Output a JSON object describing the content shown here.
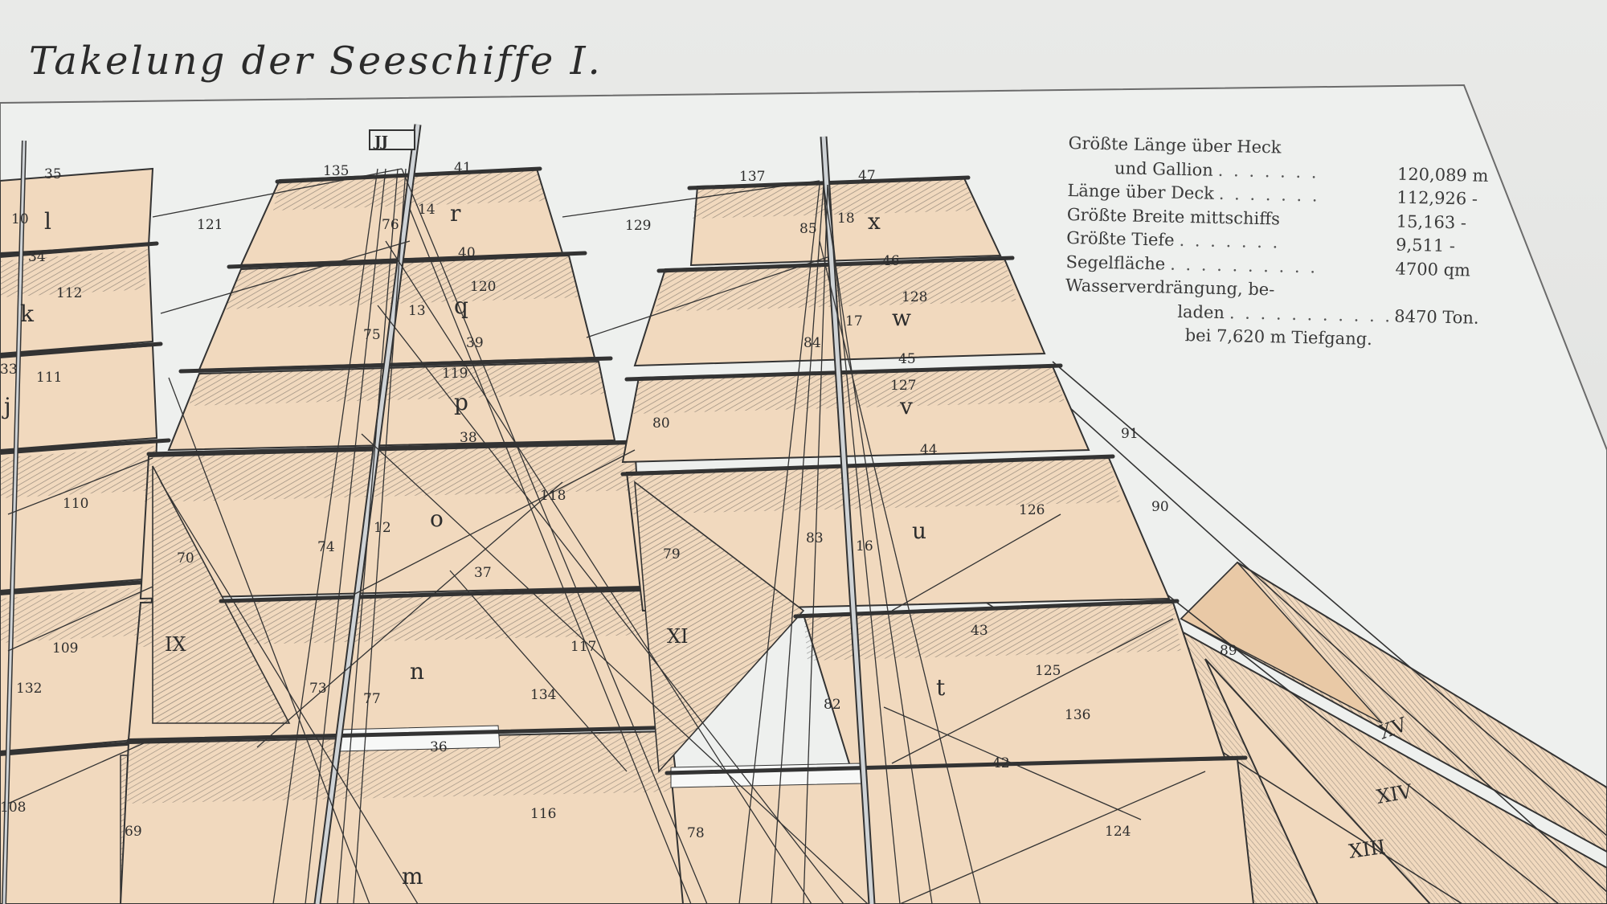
{
  "plate": {
    "title": "Takelung der Seeschiffe I."
  },
  "specs": {
    "rows": [
      {
        "label": "Größte Länge über Heck",
        "value": ""
      },
      {
        "label": "und Gallion",
        "value": "120,089 m"
      },
      {
        "label": "Länge über Deck",
        "value": "112,926 -"
      },
      {
        "label": "Größte Breite mittschiffs",
        "value": "15,163 -"
      },
      {
        "label": "Größte Tiefe",
        "value": "9,511 -"
      },
      {
        "label": "Segelfläche",
        "value": "4700 qm"
      },
      {
        "label": "Wasserverdrängung, be-",
        "value": ""
      },
      {
        "label": "laden",
        "value": "8470 Ton."
      },
      {
        "label": "bei 7,620 m Tiefgang.",
        "value": ""
      }
    ]
  },
  "flag": {
    "text": "JJ"
  },
  "colors": {
    "sail": "#f1d9be",
    "ink": "#2d2d2d",
    "paper": "#e8e9e7",
    "mast": "#cfd3d6"
  },
  "labels": {
    "mast1_letters": [
      "l",
      "k",
      "j"
    ],
    "mast2_letters": [
      "r",
      "q",
      "p",
      "o",
      "n",
      "m"
    ],
    "mast3_letters": [
      "x",
      "w",
      "v",
      "u",
      "t"
    ],
    "roman": [
      "IX",
      "XI",
      "XV",
      "XIV",
      "XIII"
    ],
    "numbers_left": [
      "35",
      "10",
      "34",
      "112",
      "111",
      "110",
      "109",
      "132",
      "108",
      "70",
      "69",
      "121",
      "33"
    ],
    "numbers_mid": [
      "135",
      "41",
      "14",
      "76",
      "40",
      "120",
      "13",
      "75",
      "39",
      "119",
      "38",
      "118",
      "12",
      "74",
      "37",
      "117",
      "134",
      "77",
      "73",
      "36",
      "116"
    ],
    "numbers_right": [
      "137",
      "47",
      "85",
      "18",
      "129",
      "46",
      "128",
      "17",
      "84",
      "45",
      "127",
      "80",
      "44",
      "126",
      "83",
      "16",
      "79",
      "43",
      "125",
      "82",
      "136",
      "42",
      "124",
      "78",
      "91",
      "90",
      "89"
    ]
  }
}
